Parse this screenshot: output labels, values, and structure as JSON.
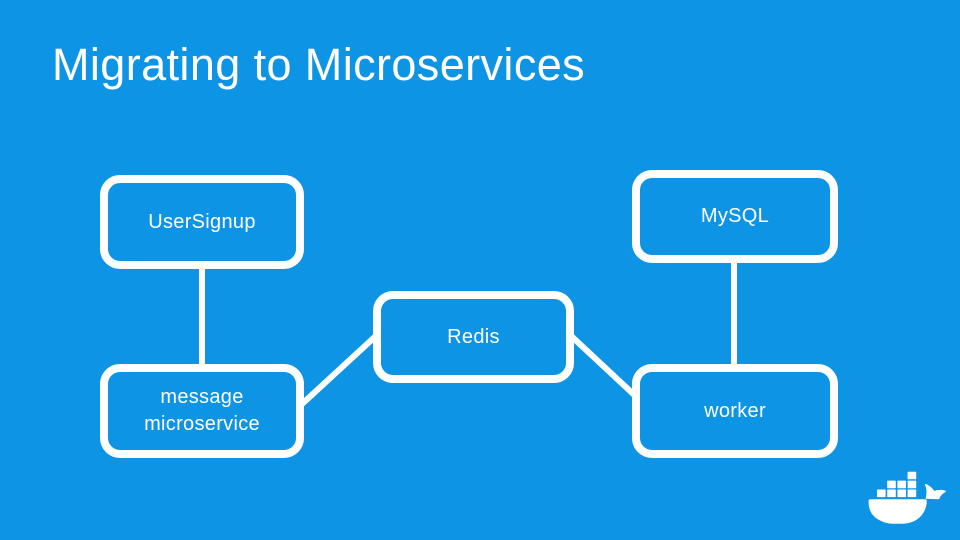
{
  "slide": {
    "title": "Migrating to Microservices",
    "background_color": "#0d94e4",
    "foreground_color": "#ffffff"
  },
  "diagram": {
    "nodes": [
      {
        "id": "usersignup",
        "label": "UserSignup"
      },
      {
        "id": "message",
        "label": "message\nmicroservice"
      },
      {
        "id": "redis",
        "label": "Redis"
      },
      {
        "id": "mysql",
        "label": "MySQL"
      },
      {
        "id": "worker",
        "label": "worker"
      }
    ],
    "edges": [
      {
        "from": "usersignup",
        "to": "message",
        "style": "vertical"
      },
      {
        "from": "message",
        "to": "redis",
        "style": "diagonal"
      },
      {
        "from": "redis",
        "to": "worker",
        "style": "diagonal"
      },
      {
        "from": "mysql",
        "to": "worker",
        "style": "vertical"
      }
    ]
  },
  "branding": {
    "logo": "docker-whale-logo"
  }
}
